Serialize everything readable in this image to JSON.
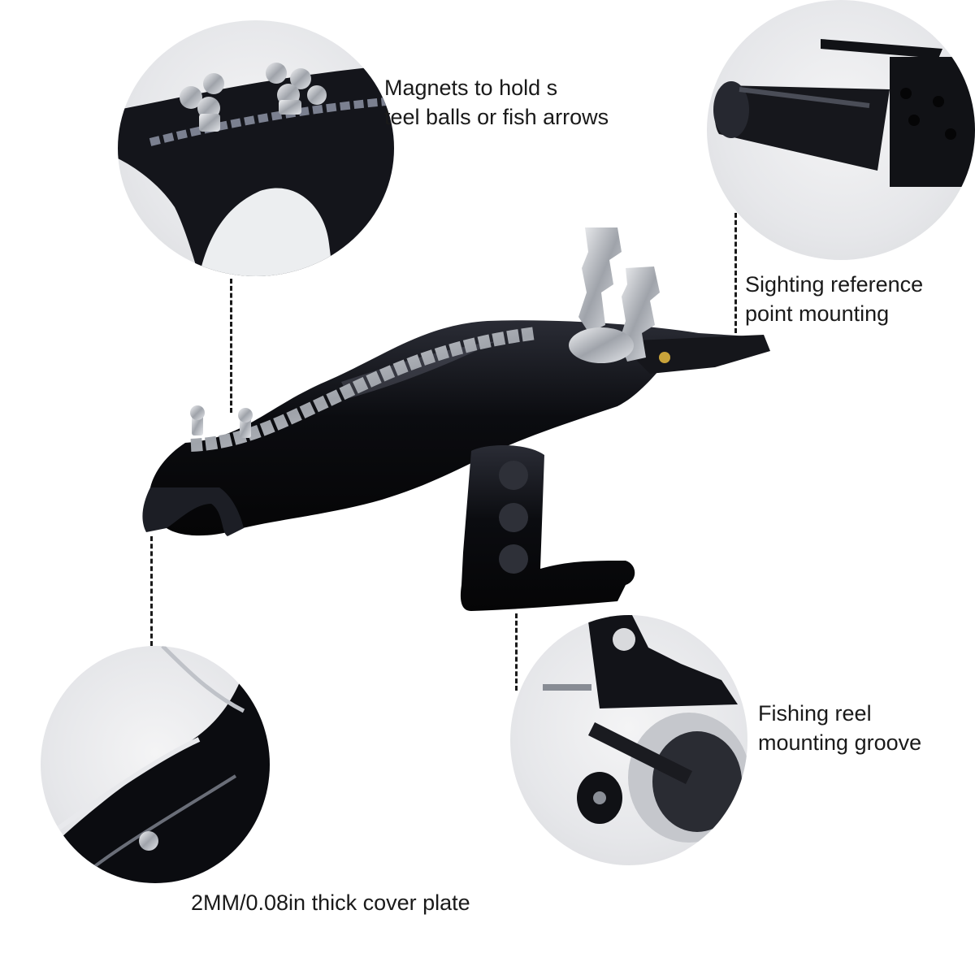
{
  "callouts": {
    "magnets": "Magnets to hold s\nteel balls or fish arrows",
    "sighting": "Sighting reference\npoint mounting",
    "reel": "Fishing reel\nmounting groove",
    "plate": "2MM/0.08in thick cover plate"
  },
  "colors": {
    "body_black": "#0b0c10",
    "chrome": "#b9bcc2",
    "background": "#ffffff",
    "text": "#1a1a1a"
  }
}
